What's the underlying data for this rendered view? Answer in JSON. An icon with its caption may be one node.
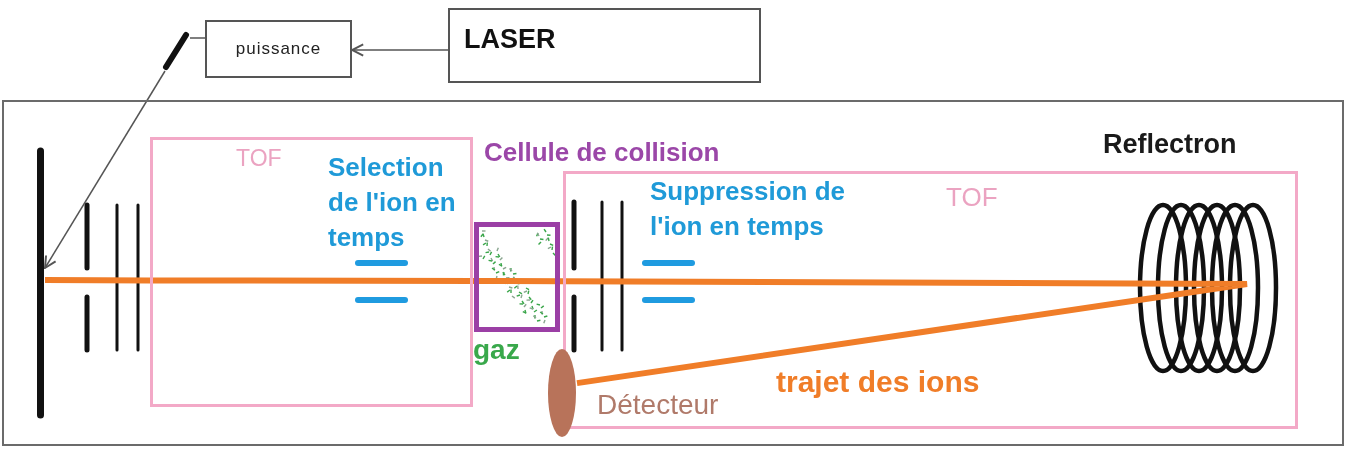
{
  "diagram": {
    "nodes": [
      {
        "text": [
          "LASER"
        ]
      },
      {
        "text": [
          "puissance"
        ]
      },
      {
        "text": [],
        "shape": "bar"
      },
      {
        "text": [],
        "shape": "box"
      },
      {
        "text": [],
        "shape": "bar",
        "in": 3
      },
      {
        "text": [
          "TOF",
          "Selection de l'ion en temps"
        ],
        "in": 3
      },
      {
        "text": [
          "Cellule de collision"
        ],
        "beside": [
          "gaz"
        ],
        "in": 3
      },
      {
        "text": [
          "Suppression de l'ion en temps",
          "TOF"
        ],
        "in": 3
      },
      {
        "text": [],
        "shape": "circle",
        "in": 3
      }
    ],
    "edges": [
      {
        "from": 0,
        "to": 1,
        "arrow": "to",
        "color": "#555555"
      },
      {
        "from": 1,
        "to": 2,
        "arrow": "none",
        "color": "#555555"
      },
      {
        "from": 2,
        "to": 4,
        "arrow": "to",
        "color": "#555555"
      },
      {
        "from": 4,
        "to": 5,
        "arrow": "none",
        "color": "#f07d28"
      },
      {
        "from": 5,
        "to": 6,
        "arrow": "none",
        "color": "#f07d28"
      },
      {
        "from": 6,
        "to": 7,
        "arrow": "none",
        "color": "#f07d28"
      },
      {
        "from": 7,
        "to": 8,
        "arrow": "none",
        "label": "trajet des ions",
        "color": "#f07d28"
      }
    ],
    "labels": [
      "Reflectron",
      "Détecteur"
    ]
  }
}
